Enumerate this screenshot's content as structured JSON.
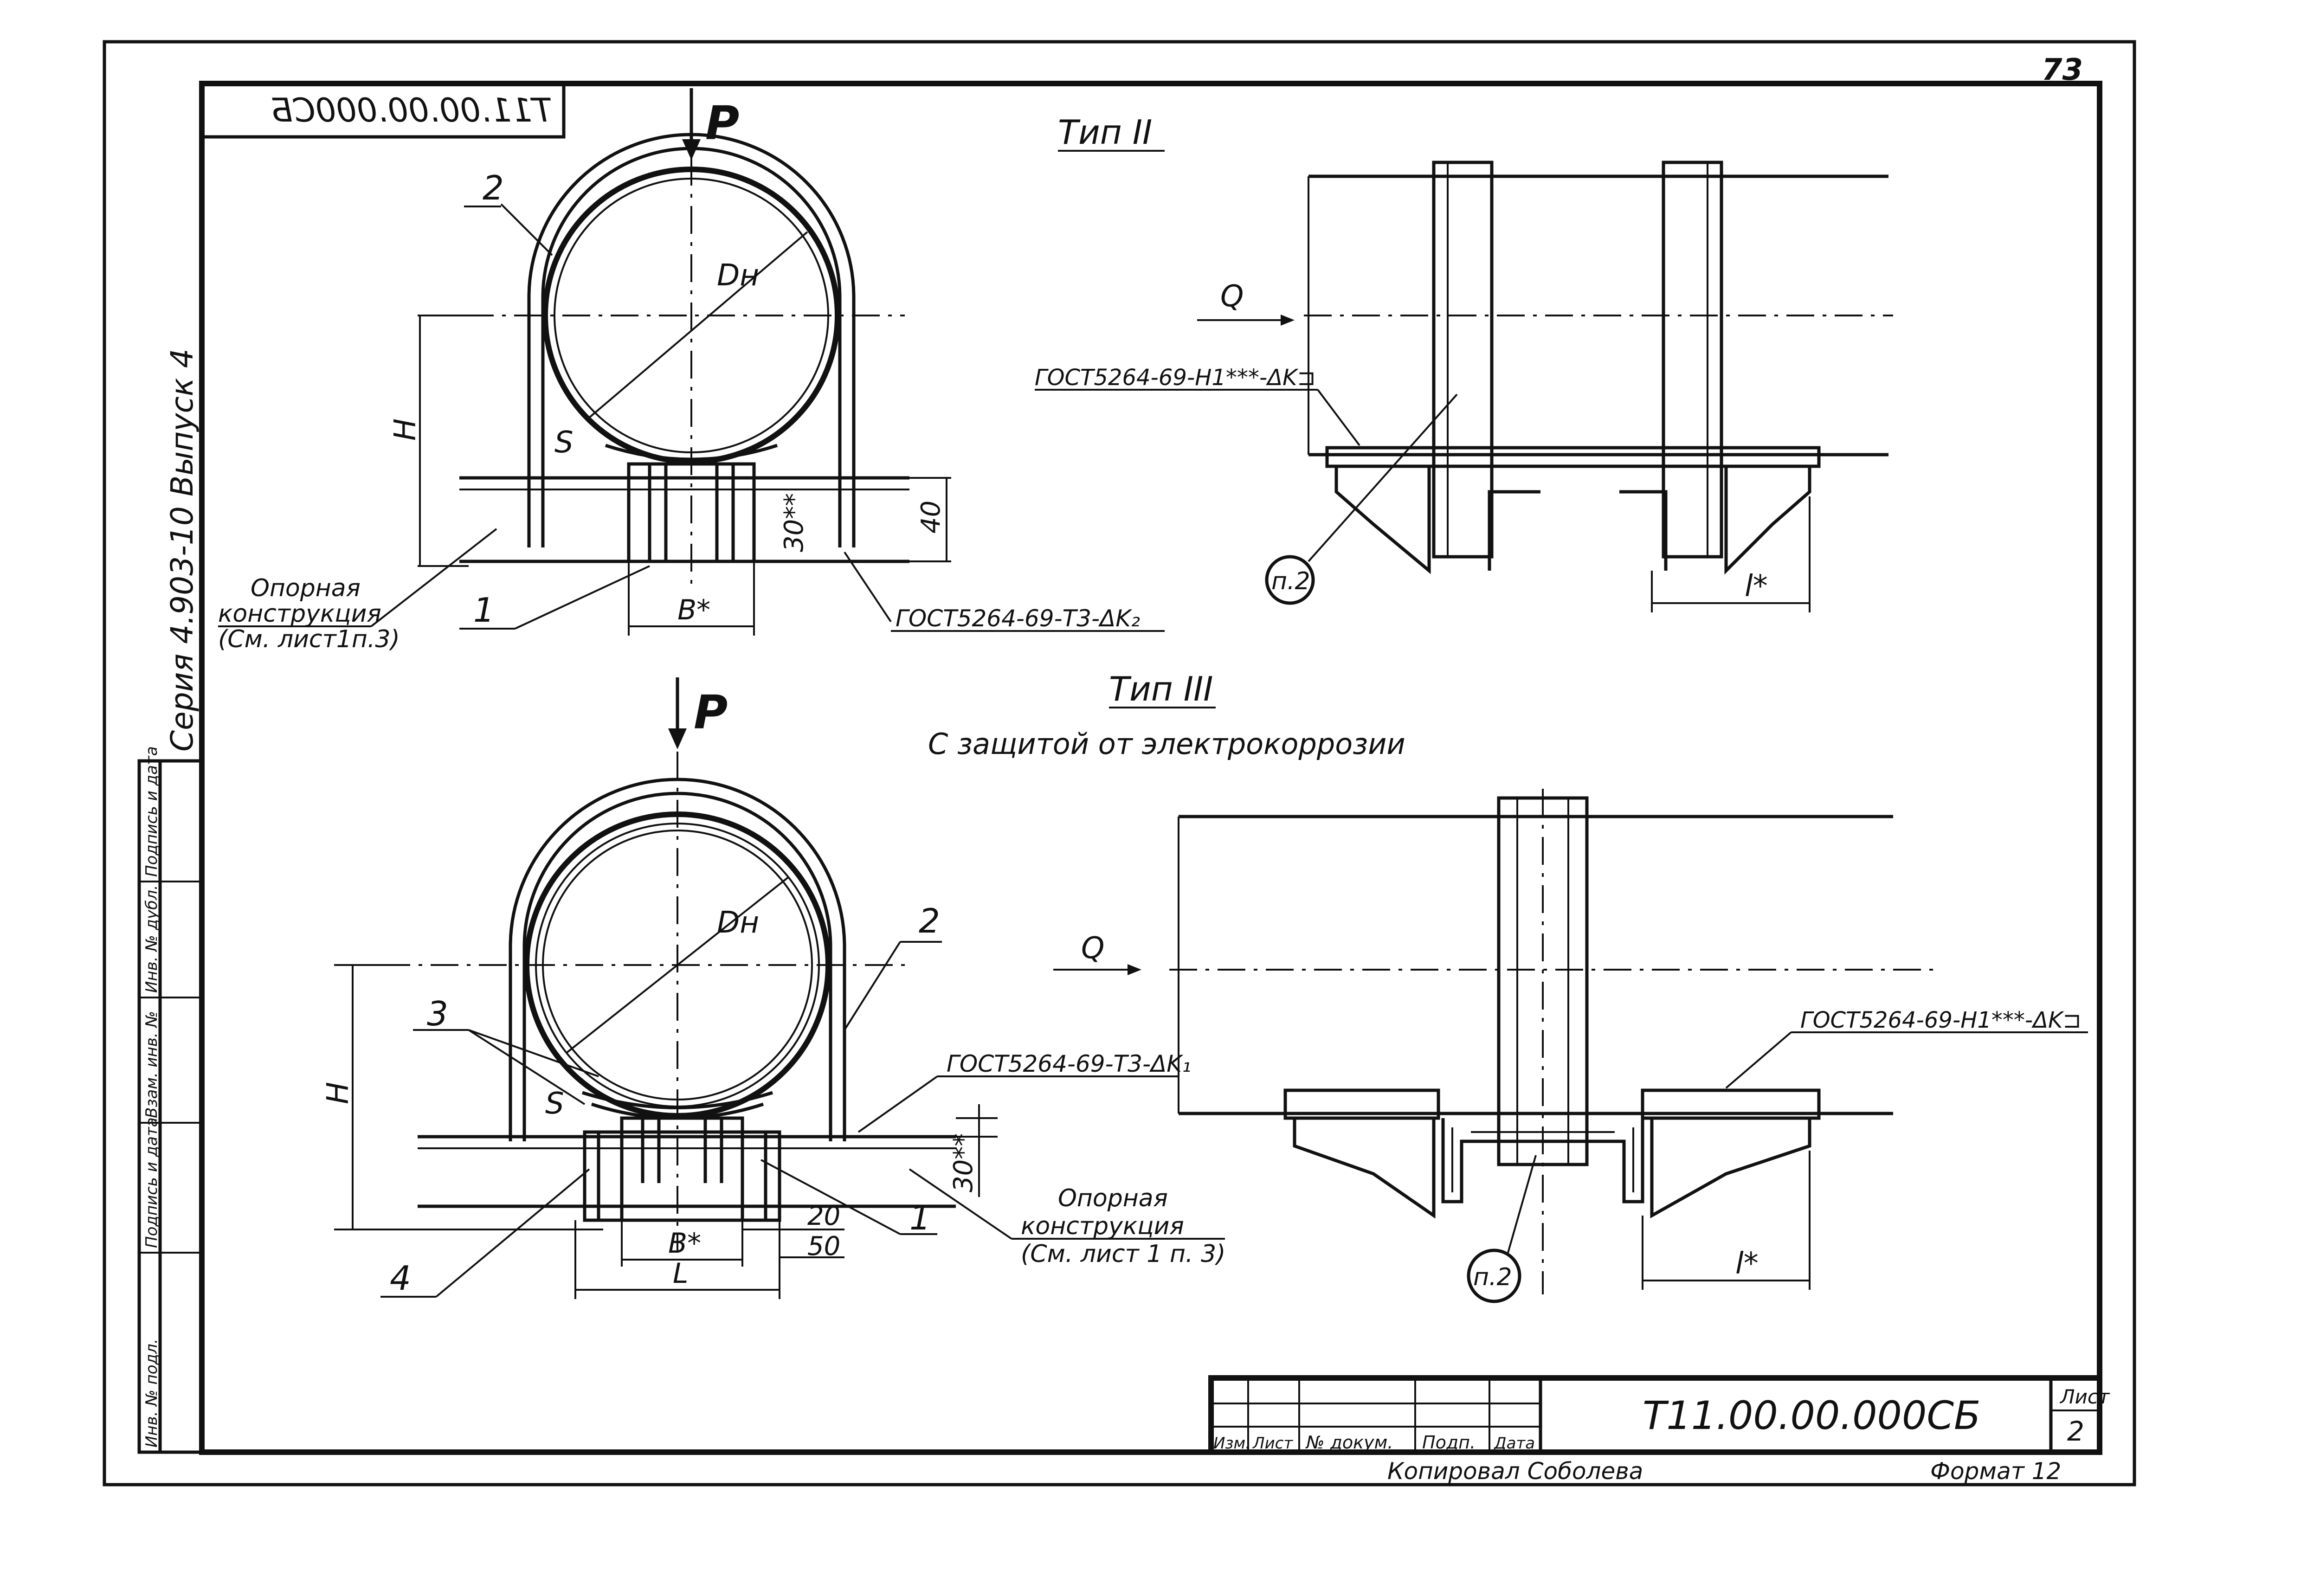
{
  "page_number": "73",
  "stamp": {
    "mirrored_code": "Т11.00.00.000СБ"
  },
  "side_caption": "Серия 4.903-10  Выпуск 4",
  "side_stamp": {
    "cells": [
      "Инв. № подл.",
      "Подпись и дата",
      "Взам. инв. №",
      "Инв. № дубл.",
      "Подпись и дата"
    ]
  },
  "type2": {
    "title": "Тип II",
    "section": {
      "load": "P",
      "diameter": "Dн",
      "thickness": "S",
      "height": "H",
      "dim_30": "30**",
      "dim_40": "40",
      "dim_b": "B*",
      "part_1": "1",
      "part_2": "2",
      "support_line1": "Опорная",
      "support_line2": "конструкция",
      "support_line3": "(См. лист1п.3)",
      "weld": "ГОСТ5264-69-Т3-ΔK₂"
    },
    "side": {
      "flow": "Q",
      "weld": "ГОСТ5264-69-Н1***-ΔK⊐",
      "note_ref": "п.2",
      "dim_l": "l*"
    }
  },
  "type3": {
    "title": "Тип III",
    "subtitle": "С защитой от электрокоррозии",
    "section": {
      "load": "P",
      "diameter": "Dн",
      "thickness": "S",
      "height": "H",
      "dim_30": "30**",
      "dim_20": "20",
      "dim_50": "50",
      "dim_b": "B*",
      "dim_l": "L",
      "part_1": "1",
      "part_2": "2",
      "part_3": "3",
      "part_4": "4",
      "support_line1": "Опорная",
      "support_line2": "конструкция",
      "support_line3": "(См. лист 1 п. 3)",
      "weld": "ГОСТ5264-69-Т3-ΔK₁"
    },
    "side": {
      "flow": "Q",
      "weld": "ГОСТ5264-69-Н1***-ΔK⊐",
      "note_ref": "п.2",
      "dim_l": "l*"
    }
  },
  "title_block": {
    "headers": [
      "Изм.",
      "Лист",
      "№ докум.",
      "Подп.",
      "Дата"
    ],
    "designation": "Т11.00.00.000СБ",
    "sheet_label": "Лист",
    "sheet_number": "2",
    "copied": "Копировал  Соболева",
    "format": "Формат 12"
  }
}
